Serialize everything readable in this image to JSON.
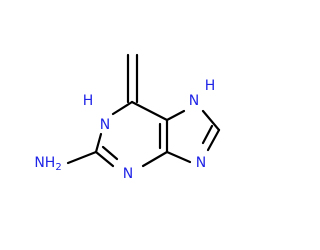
{
  "molecule": {
    "colors": {
      "bond": "#000000",
      "heteroatom": "#1f24e6",
      "background": "#ffffff"
    },
    "labels": {
      "n1h": "H",
      "n1": "N",
      "n7h": "H",
      "n7": "N",
      "n3": "N",
      "n9": "N",
      "amine": "NH",
      "amine_subscript": "2"
    }
  }
}
